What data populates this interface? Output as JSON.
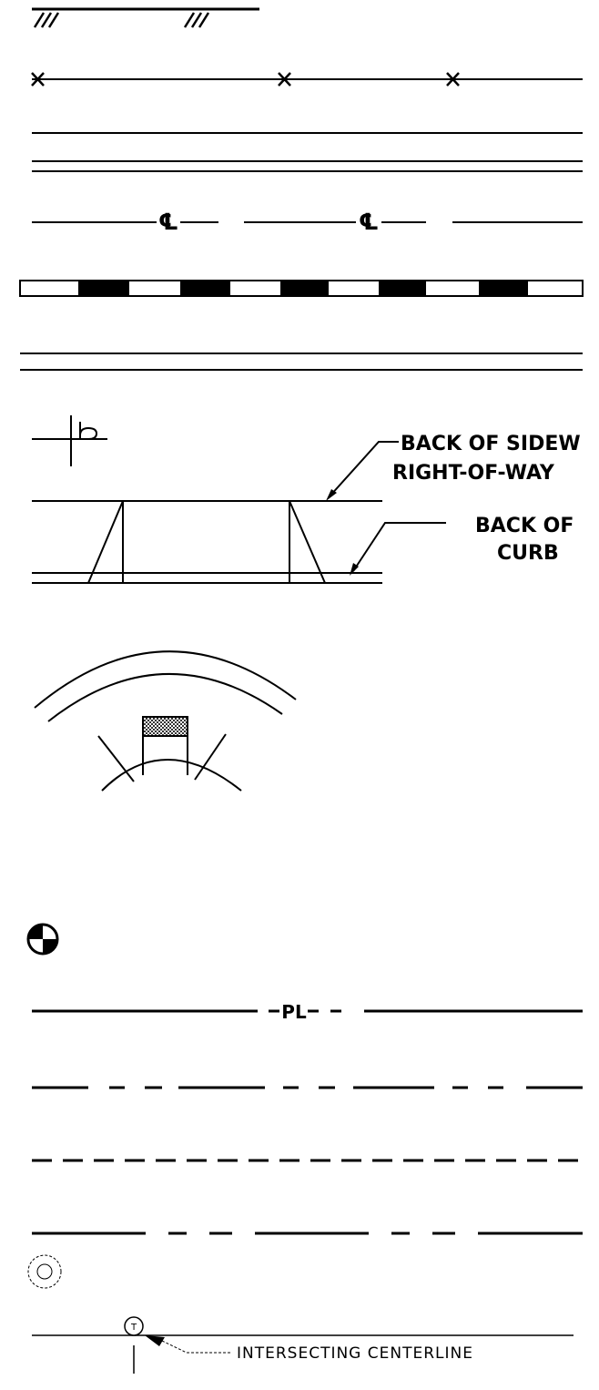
{
  "sidewalk_labels": {
    "line1": "BACK OF SIDEW",
    "line2": "RIGHT-OF-WAY"
  },
  "curb_labels": {
    "line1": "BACK OF",
    "line2": "CURB"
  },
  "centerline_symbol": "℄",
  "property_line_symbol": "PL",
  "intersecting_label": "INTERSECTING CENTERLINE",
  "intersecting_symbol": "T",
  "colors": {
    "ink": "#000000",
    "paper": "#ffffff",
    "hatch": "#555555"
  }
}
